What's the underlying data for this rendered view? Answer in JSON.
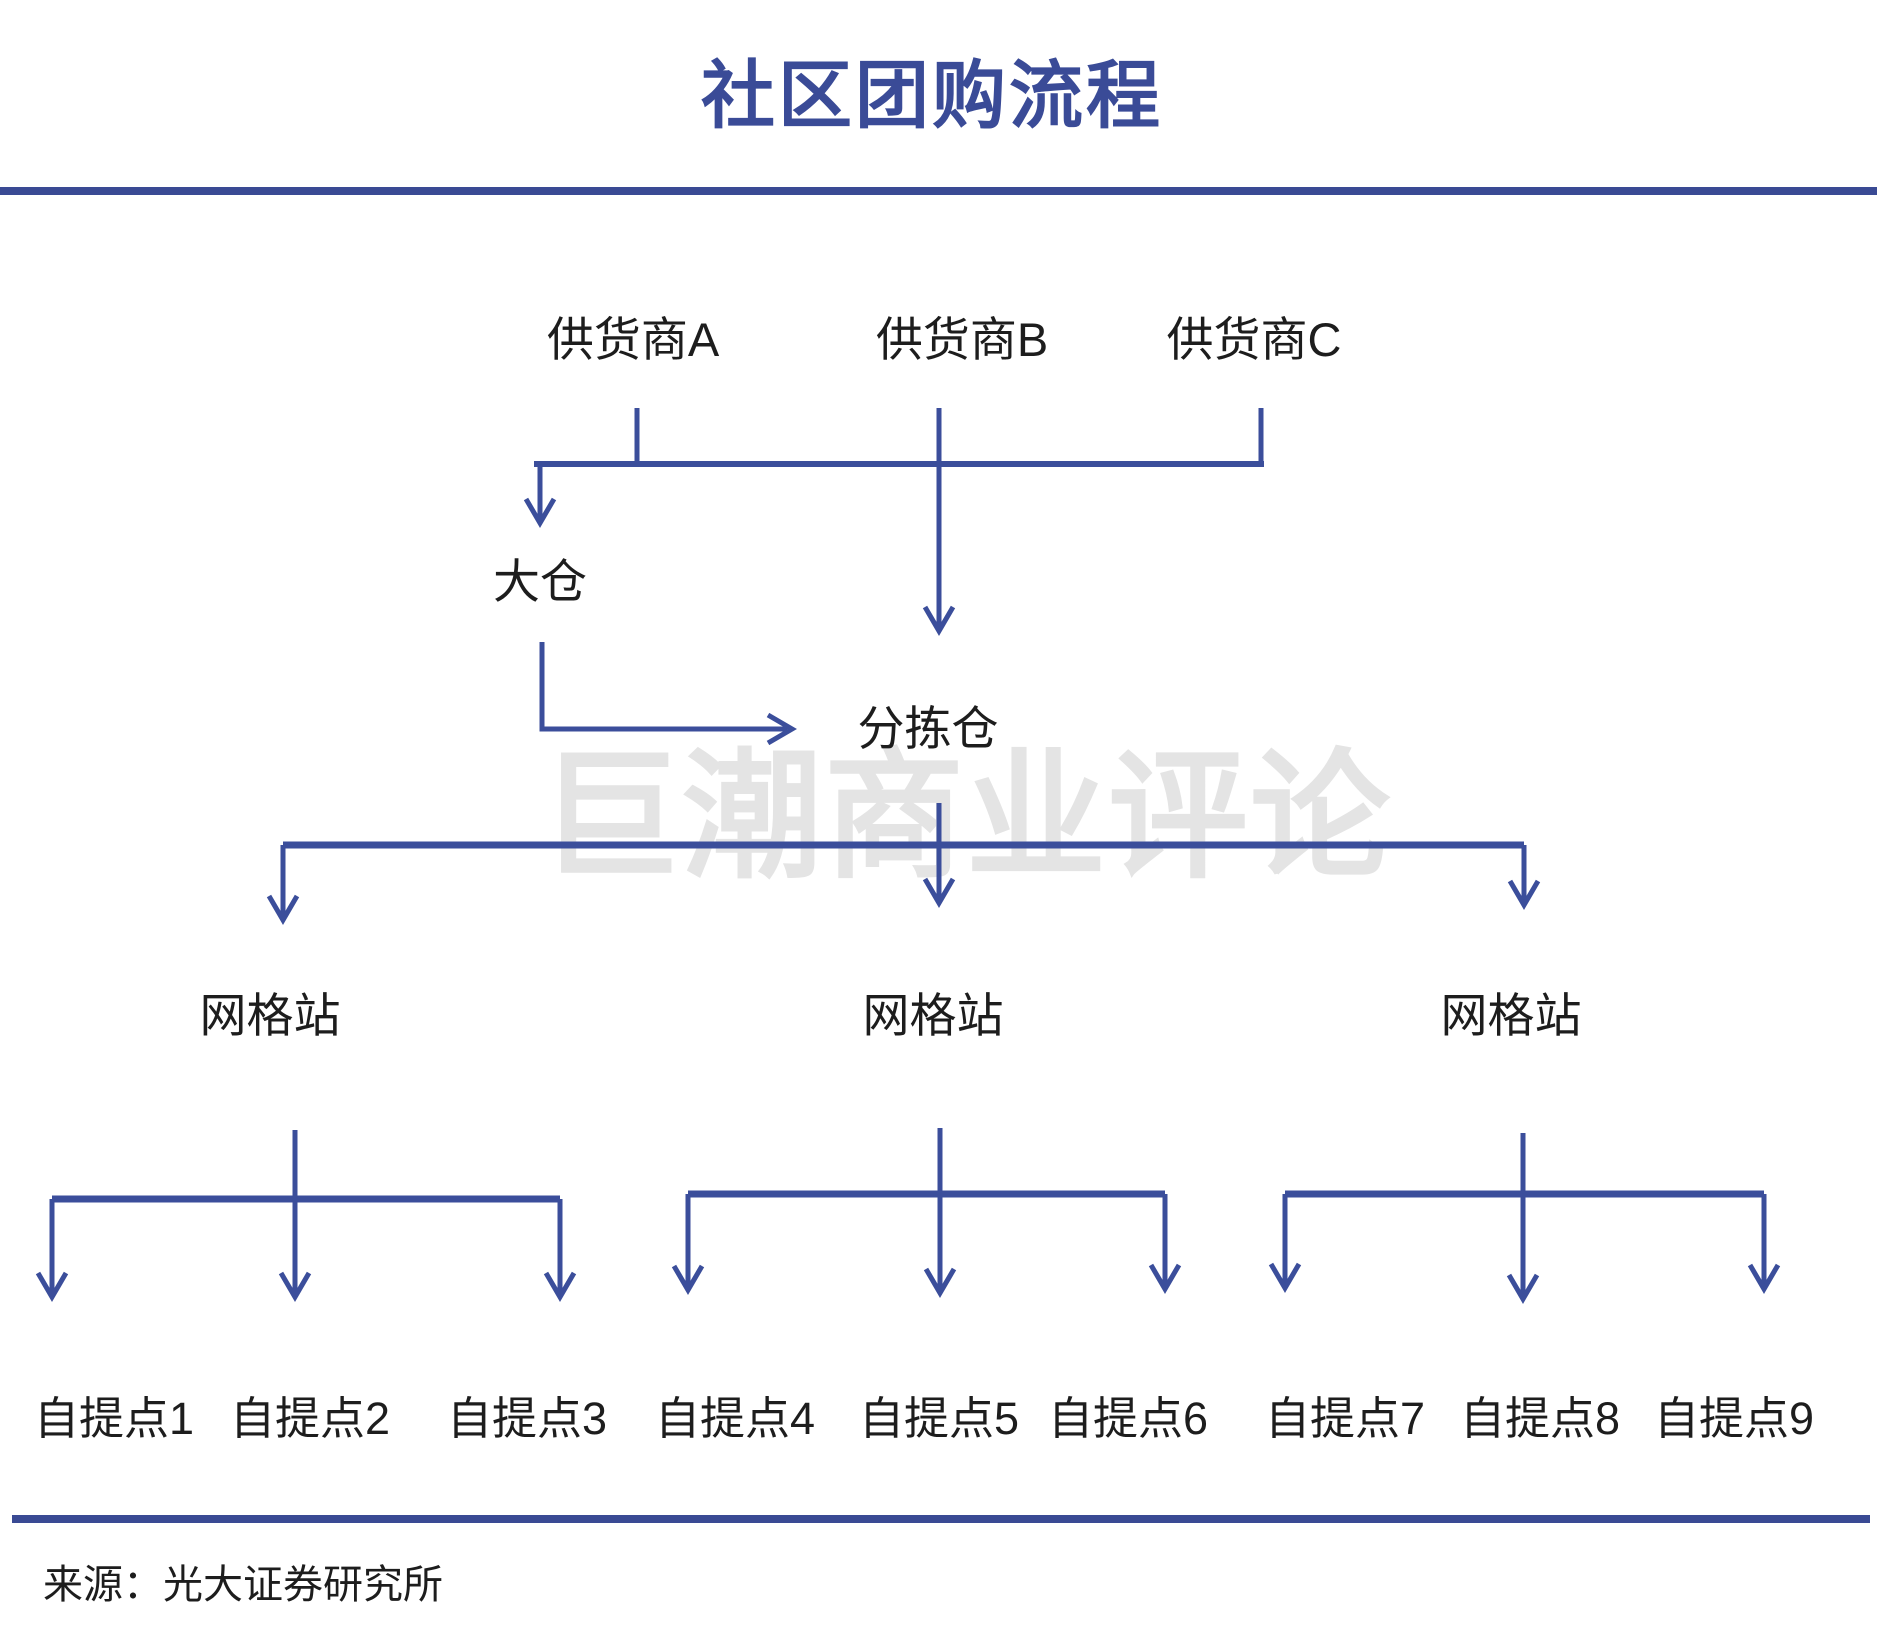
{
  "title": "社区团购流程",
  "watermark": "巨潮商业评论",
  "source_note": "来源：光大证券研究所",
  "flow": {
    "suppliers": [
      "供货商A",
      "供货商B",
      "供货商C"
    ],
    "central_warehouse": "大仓",
    "sorting_warehouse": "分拣仓",
    "grid_stations": [
      "网格站",
      "网格站",
      "网格站"
    ],
    "pickup_points": [
      "自提点1",
      "自提点2",
      "自提点3",
      "自提点4",
      "自提点5",
      "自提点6",
      "自提点7",
      "自提点8",
      "自提点9"
    ]
  },
  "colors": {
    "line": "#3B4E9B",
    "title_text": "#3A4B97",
    "divider": "#3A4A94",
    "label_text": "#1D1D1D",
    "watermark": "#E4E4E4"
  }
}
